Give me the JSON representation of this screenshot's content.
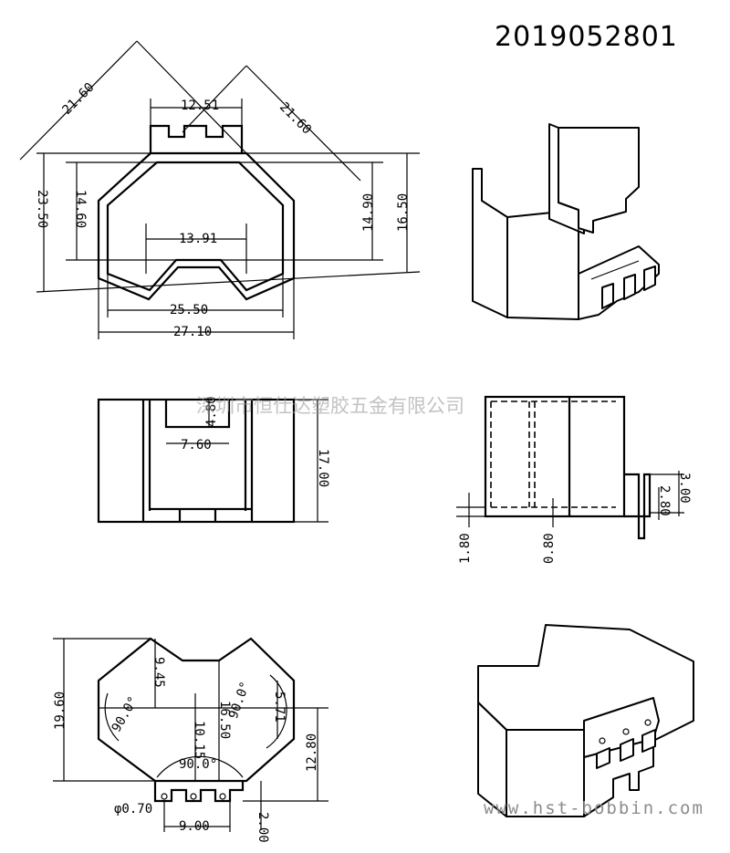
{
  "drawing_number": "2019052801",
  "watermark_company": "深圳市恒仕达塑胶五金有限公司",
  "watermark_url": "www.hst-bobbin.com",
  "top_view": {
    "dims": [
      "21.60",
      "12.51",
      "21.60",
      "23.50",
      "14.60",
      "14.90",
      "16.50",
      "13.91",
      "25.50",
      "27.10"
    ]
  },
  "front_view": {
    "dims": [
      "4.80",
      "7.60",
      "17.00"
    ]
  },
  "side_view": {
    "dims": [
      "1.80",
      "0.80",
      "3.00",
      "2.80"
    ]
  },
  "bottom_view": {
    "dims": [
      "19.60",
      "9.45",
      "90.0°",
      "90.0°",
      "90.0°",
      "10.15",
      "16.50",
      "5.71",
      "12.80",
      "φ0.70",
      "9.00",
      "2.00"
    ]
  }
}
